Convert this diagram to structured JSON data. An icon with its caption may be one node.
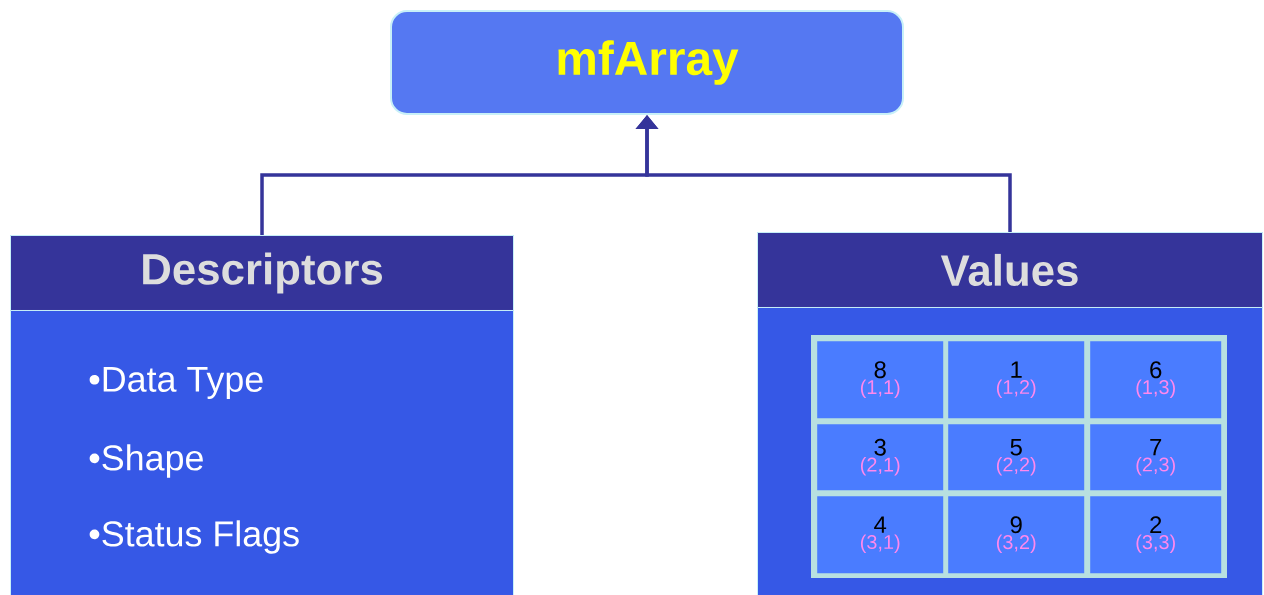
{
  "diagram": {
    "nodes": [
      {
        "text": [
          "mfArray"
        ]
      },
      {
        "text": [
          "Descriptors",
          "•Data Type",
          "•Shape",
          "•Status Flags"
        ]
      },
      {
        "text": [
          "Values"
        ]
      },
      {
        "text": [
          "8",
          "(1,1)"
        ],
        "in": 2
      },
      {
        "text": [
          "1",
          "(1,2)"
        ],
        "in": 2
      },
      {
        "text": [
          "6",
          "(1,3)"
        ],
        "in": 2
      },
      {
        "text": [
          "3",
          "(2,1)"
        ],
        "in": 2
      },
      {
        "text": [
          "5",
          "(2,2)"
        ],
        "in": 2
      },
      {
        "text": [
          "7",
          "(2,3)"
        ],
        "in": 2
      },
      {
        "text": [
          "4",
          "(3,1)"
        ],
        "in": 2
      },
      {
        "text": [
          "9",
          "(3,2)"
        ],
        "in": 2
      },
      {
        "text": [
          "2",
          "(3,3)"
        ],
        "in": 2
      }
    ],
    "edges": [
      {
        "from": 1,
        "to": 0,
        "arrow": "to"
      },
      {
        "from": 2,
        "to": 0,
        "arrow": "to"
      }
    ]
  }
}
